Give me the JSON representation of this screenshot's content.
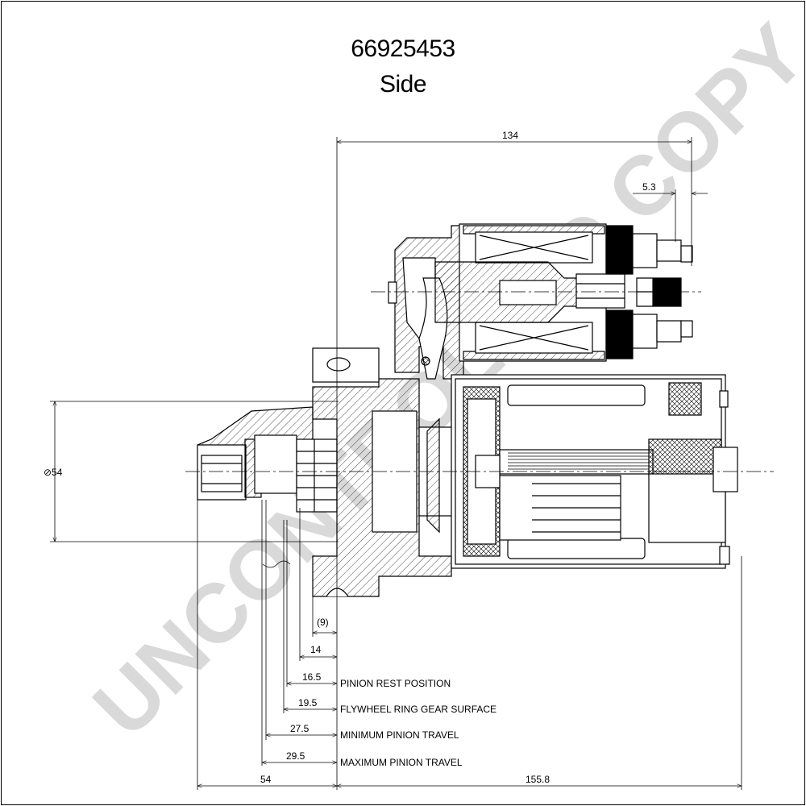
{
  "title": {
    "part_number": "66925453",
    "view": "Side"
  },
  "watermark": "UNCONTROLLED COPY",
  "dimensions": {
    "overall_length": "134",
    "terminal_offset": "5.3",
    "flange_diameter": "⊘54",
    "d9": "(9)",
    "d14": "14",
    "d16_5": "16.5",
    "d19_5": "19.5",
    "d27_5": "27.5",
    "d29_5": "29.5",
    "front": "54",
    "rear": "155.8"
  },
  "labels": {
    "pinion_rest": "PINION REST POSITION",
    "flywheel": "FLYWHEEL RING GEAR SURFACE",
    "min_travel": "MINIMUM PINION TRAVEL",
    "max_travel": "MAXIMUM PINION TRAVEL"
  },
  "colors": {
    "line": "#000000",
    "watermark": "#d3d3d3"
  }
}
